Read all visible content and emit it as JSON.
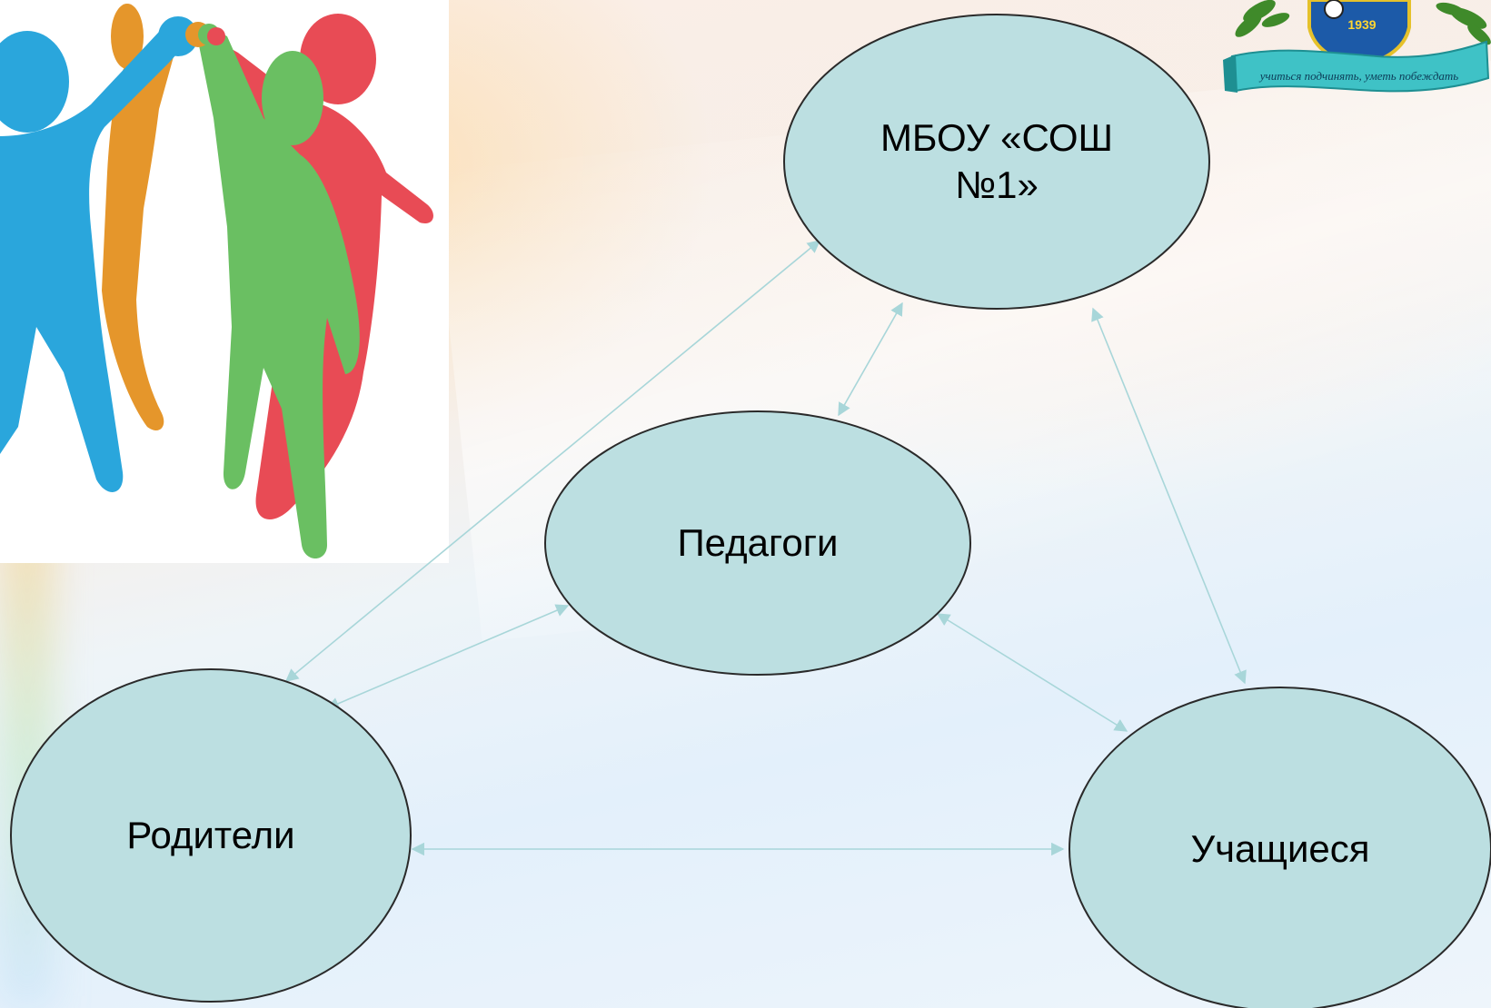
{
  "nodes": {
    "school": {
      "label": "МБОУ «СОШ\n№1»"
    },
    "teachers": {
      "label": "Педагоги"
    },
    "parents": {
      "label": "Родители"
    },
    "students": {
      "label": "Учащиеся"
    }
  },
  "edges": [
    {
      "from": "school",
      "to": "teachers",
      "arrows": "both"
    },
    {
      "from": "school",
      "to": "parents",
      "arrows": "both"
    },
    {
      "from": "school",
      "to": "students",
      "arrows": "both"
    },
    {
      "from": "teachers",
      "to": "parents",
      "arrows": "both"
    },
    {
      "from": "teachers",
      "to": "students",
      "arrows": "both"
    },
    {
      "from": "parents",
      "to": "students",
      "arrows": "both"
    }
  ],
  "emblem": {
    "year": "1939",
    "motto": "учиться подчинять, уметь побеждать"
  },
  "colors": {
    "node_fill": "#bcdfe1",
    "node_stroke": "#2a2a2a",
    "connector": "#a8d6d9",
    "person_blue": "#2aa6dc",
    "person_orange": "#e5962b",
    "person_green": "#6abf62",
    "person_red": "#e84b55"
  },
  "illustration": {
    "icon": "team-high-five-icon"
  }
}
